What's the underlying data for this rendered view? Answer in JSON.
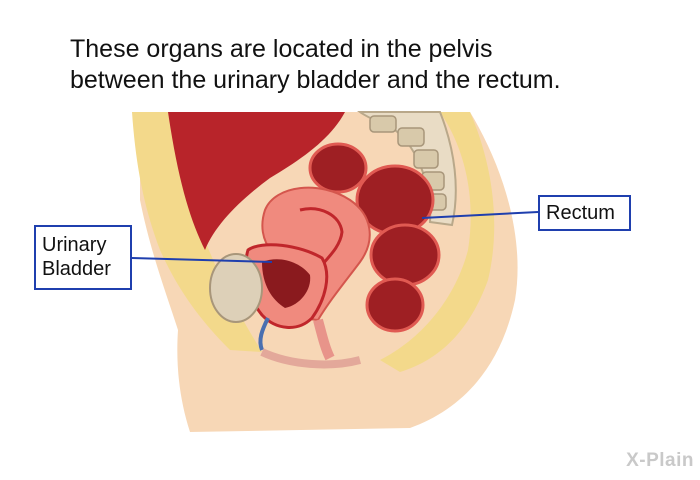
{
  "caption": {
    "line1": "These organs are located in the pelvis",
    "line2": "between the urinary bladder and the rectum."
  },
  "labels": {
    "bladder_line1": "Urinary",
    "bladder_line2": "Bladder",
    "rectum": "Rectum"
  },
  "watermark": "X-Plain",
  "colors": {
    "skin": "#f7d7b6",
    "fat": "#f3d98b",
    "muscle": "#c0262b",
    "tissue_pink": "#f08a7e",
    "label_border": "#1f3fae"
  }
}
